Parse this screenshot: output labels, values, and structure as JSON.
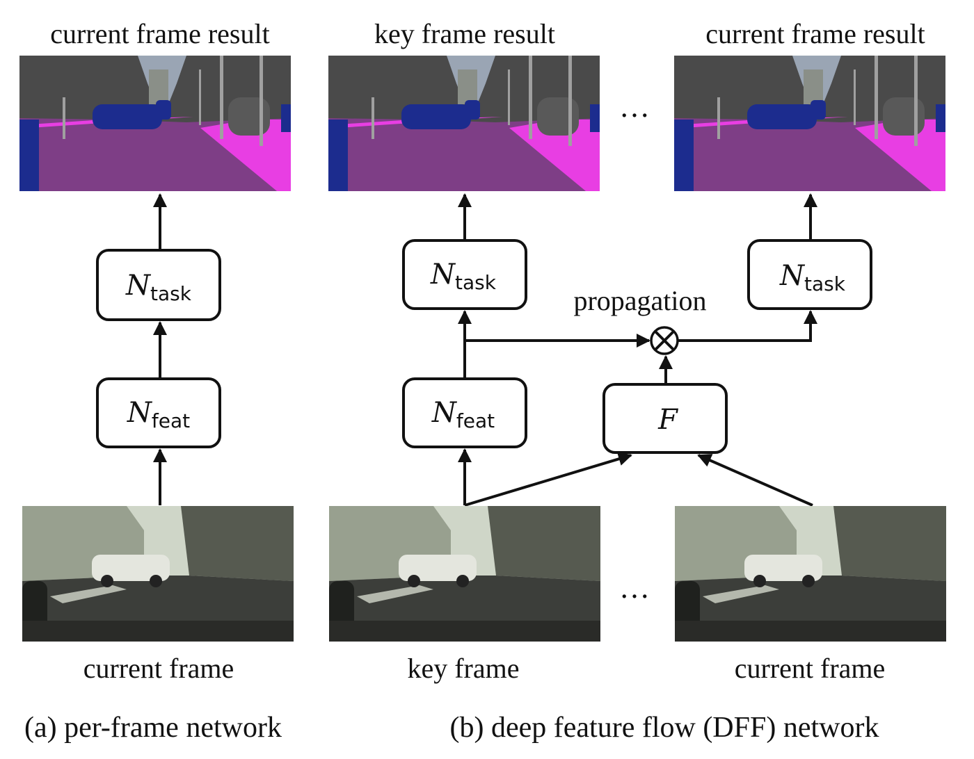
{
  "panel_a": {
    "top_label": "current frame result",
    "bottom_label": "current frame",
    "caption": "(a) per-frame network",
    "n_task": {
      "main": "N",
      "sub": "task"
    },
    "n_feat": {
      "main": "N",
      "sub": "feat"
    }
  },
  "panel_b": {
    "key_result_label": "key frame result",
    "current_result_label": "current frame result",
    "key_frame_label": "key frame",
    "current_frame_label": "current frame",
    "caption": "(b) deep feature flow (DFF) network",
    "propagation_label": "propagation",
    "propagation_symbol": "⊗",
    "n_task_key": {
      "main": "N",
      "sub": "task"
    },
    "n_task_current": {
      "main": "N",
      "sub": "task"
    },
    "n_feat": {
      "main": "N",
      "sub": "feat"
    },
    "flow": "F",
    "ellipsis_top": "…",
    "ellipsis_bottom": "…"
  },
  "colors": {
    "road": "#7e3e86",
    "sidewalk": "#e83ee3",
    "car": "#1c2c8e",
    "building": "#4a4a4a",
    "sky": "#9aa5b4",
    "pole": "#a0a0a0",
    "photo_sky": "#cfd6c8",
    "photo_road": "#3c3e3a"
  }
}
